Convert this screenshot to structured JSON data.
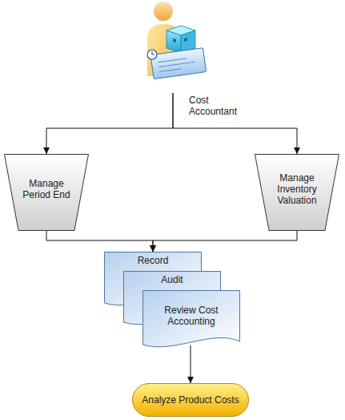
{
  "diagram": {
    "nodes": [
      {
        "text": [
          "Cost Accountant"
        ]
      },
      {
        "text": [
          "Manage Period End"
        ]
      },
      {
        "text": [
          "Manage Inventory Valuation"
        ]
      },
      {
        "text": [
          "Record"
        ]
      },
      {
        "text": [
          "Audit"
        ]
      },
      {
        "text": [
          "Review Cost Accounting"
        ]
      },
      {
        "text": [
          "Analyze Product Costs"
        ]
      }
    ],
    "edges": [
      {
        "from": 0,
        "to": 1,
        "arrow": "to"
      },
      {
        "from": 0,
        "to": 2,
        "arrow": "to"
      },
      {
        "from": 1,
        "to": 3,
        "arrow": "to"
      },
      {
        "from": 2,
        "to": 3,
        "arrow": "to"
      },
      {
        "from": 5,
        "to": 6,
        "arrow": "to"
      }
    ]
  }
}
